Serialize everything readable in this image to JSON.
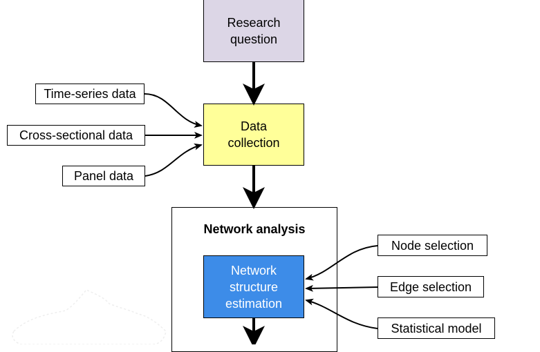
{
  "boxes": {
    "research_question": "Research\nquestion",
    "data_collection": "Data\ncollection",
    "time_series": "Time-series data",
    "cross_sectional": "Cross-sectional data",
    "panel": "Panel data",
    "network_analysis": "Network analysis",
    "network_structure_estimation": "Network\nstructure\nestimation",
    "node_selection": "Node selection",
    "edge_selection": "Edge selection",
    "statistical_model": "Statistical model"
  },
  "colors": {
    "research_fill": "#dcd6e6",
    "collection_fill": "#ffff99",
    "estimation_fill": "#3d8ce8",
    "edge": "#000000"
  }
}
